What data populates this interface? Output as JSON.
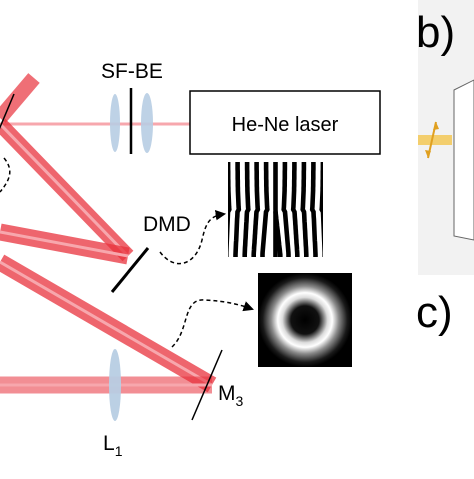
{
  "labels": {
    "sfbe": "SF-BE",
    "laser": "He-Ne laser",
    "dmd": "DMD",
    "m3_main": "M",
    "m3_sub": "3",
    "l1_main": "L",
    "l1_sub": "1",
    "panel_b": "b)",
    "panel_c": "c)"
  },
  "colors": {
    "beam": "#e8323c",
    "beam_core": "#f7a7ad",
    "lens": "#b7cde3",
    "panel_bg": "#f2f2f2",
    "yellow_beam": "#f4c64c"
  },
  "icons": [
    "fork-hologram-icon",
    "donut-beam-icon"
  ]
}
